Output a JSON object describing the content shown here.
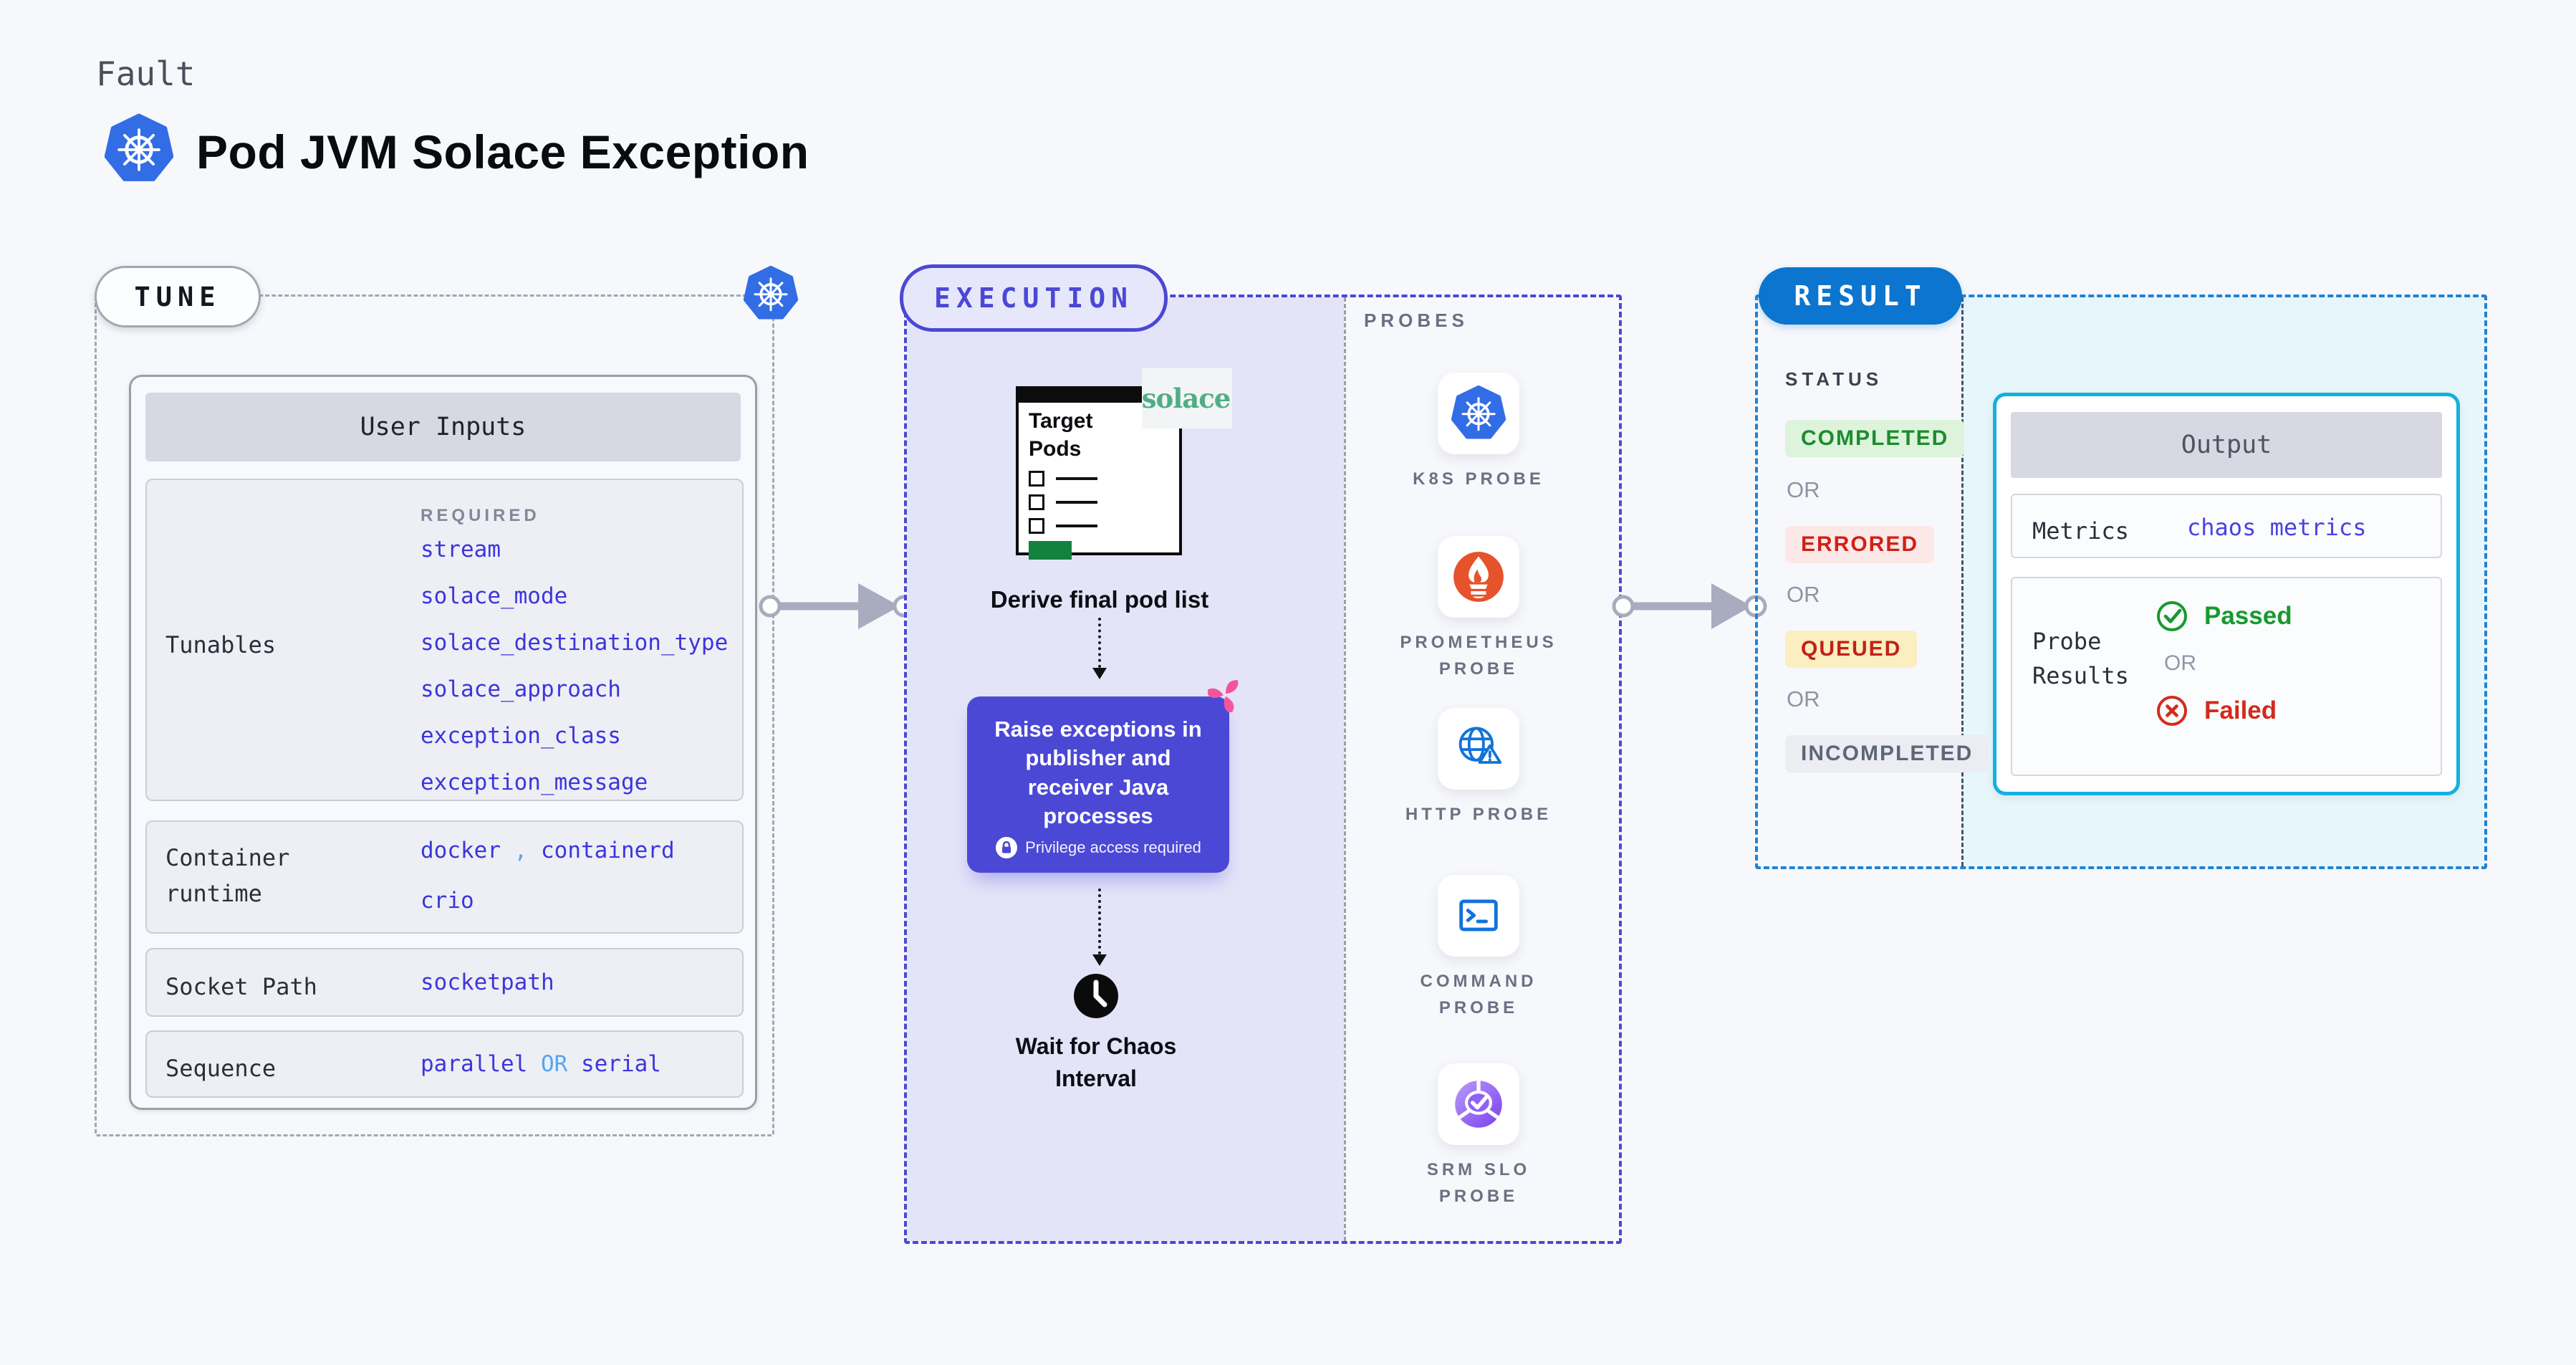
{
  "header": {
    "eyebrow": "Fault",
    "title": "Pod JVM Solace Exception"
  },
  "tune": {
    "badge": "TUNE",
    "user_inputs": {
      "header": "User Inputs",
      "tunables": {
        "label": "Tunables",
        "required_label": "REQUIRED",
        "values": [
          "stream",
          "solace_mode",
          "solace_destination_type",
          "solace_approach",
          "exception_class",
          "exception_message"
        ]
      },
      "container_runtime": {
        "label": "Container runtime",
        "value1": "docker",
        "separator": ",",
        "value2": "containerd",
        "value3": "crio"
      },
      "socket_path": {
        "label": "Socket Path",
        "value": "socketpath"
      },
      "sequence": {
        "label": "Sequence",
        "value1": "parallel",
        "or": "OR",
        "value2": "serial"
      }
    }
  },
  "execution": {
    "badge": "EXECUTION",
    "target_pods_title": "Target Pods",
    "solace_logo": "solace",
    "step1": "Derive final pod list",
    "step2": "Raise exceptions in publisher and receiver Java processes",
    "step2_note": "Privilege access required",
    "step3": "Wait for Chaos Interval"
  },
  "probes": {
    "title": "PROBES",
    "items": [
      {
        "label": "K8S PROBE",
        "icon": "kubernetes-icon"
      },
      {
        "label": "PROMETHEUS PROBE",
        "icon": "prometheus-icon"
      },
      {
        "label": "HTTP PROBE",
        "icon": "http-globe-warning-icon"
      },
      {
        "label": "COMMAND PROBE",
        "icon": "terminal-icon"
      },
      {
        "label": "SRM SLO PROBE",
        "icon": "slo-pie-check-icon"
      }
    ]
  },
  "result": {
    "badge": "RESULT",
    "status": {
      "label": "STATUS",
      "or": "OR",
      "completed": "COMPLETED",
      "errored": "ERRORED",
      "queued": "QUEUED",
      "incompleted": "INCOMPLETED"
    },
    "output": {
      "header": "Output",
      "metrics_label": "Metrics",
      "metrics_value": "chaos metrics",
      "probe_results_label": "Probe Results",
      "passed": "Passed",
      "or": "OR",
      "failed": "Failed"
    }
  },
  "colors": {
    "page_bg": "#f7f8fb",
    "kubernetes_blue": "#326de6",
    "execution_indigo": "#4b48d5",
    "execution_fill": "#e4e4f8",
    "raise_box_indigo": "#4b48d6",
    "result_blue": "#0b75cf",
    "result_dash_blue": "#1d83d6",
    "result_fill_cyan": "#e7f6fb",
    "output_border_cyan": "#14b0df",
    "value_indigo": "#3d35db",
    "value_light_blue": "#57a4f2",
    "solace_green": "#4fae85",
    "prometheus_orange": "#e6522c",
    "probe_icon_blue": "#1173da",
    "srm_purple": "#8b5cf6",
    "pink_pinwheel": "#f3569b",
    "passed_green": "#17992f",
    "failed_red": "#d22b1c",
    "completed_bg": "#ddf3dc",
    "completed_fg": "#1c8c2e",
    "errored_bg": "#fce9e7",
    "errored_fg": "#d02018",
    "queued_bg": "#fbeec0",
    "queued_fg": "#c32019",
    "incompleted_bg": "#ebedf3",
    "incompleted_fg": "#5f6678",
    "arrow_gray": "#a9abbe",
    "target_green": "#13823f"
  }
}
